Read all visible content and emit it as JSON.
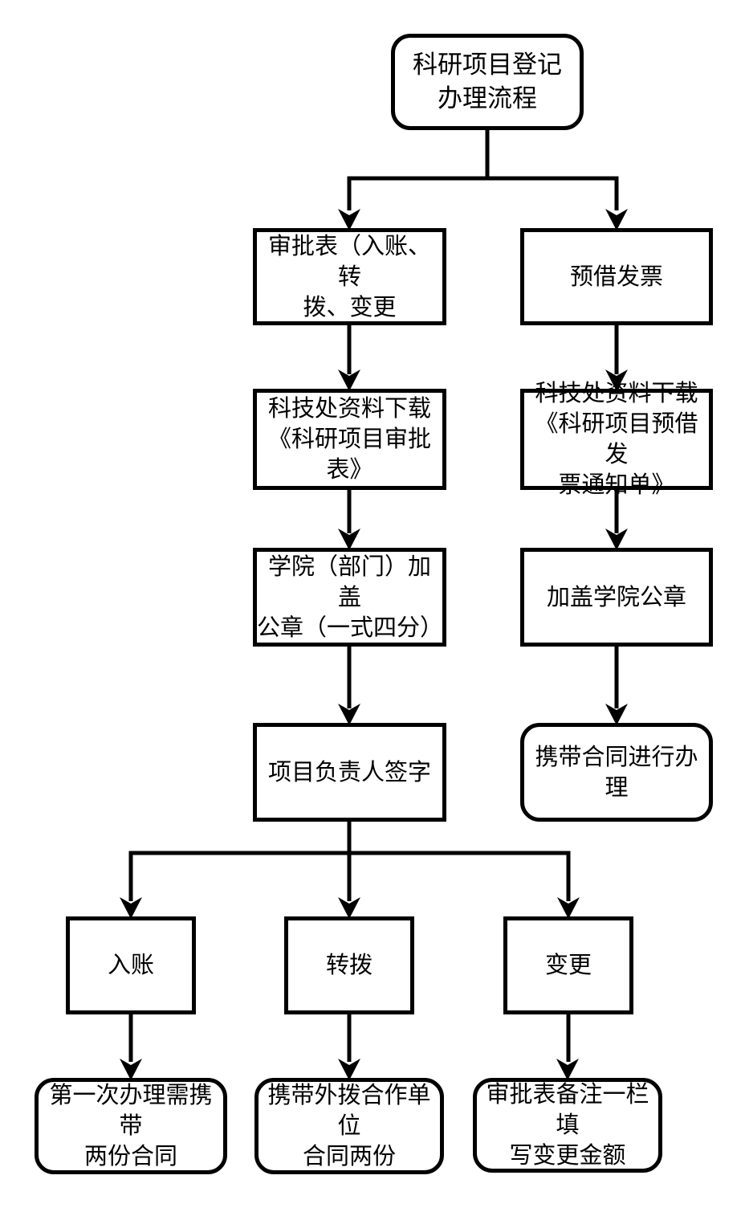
{
  "page": {
    "background_color": "#ffffff",
    "line_color": "#000000"
  },
  "diagram": {
    "nodes": {
      "title": {
        "label": "科研项目登记\n办理流程",
        "shape": "rounded"
      },
      "approval_form": {
        "label": "审批表（入账、转\n拨、变更",
        "shape": "rect"
      },
      "advance_invoice": {
        "label": "预借发票",
        "shape": "rect"
      },
      "download_approval_form": {
        "label": "科技处资料下载\n《科研项目审批\n表》",
        "shape": "rect"
      },
      "download_invoice_notice": {
        "label": "科技处资料下载\n《科研项目预借发\n票通知单》",
        "shape": "rect"
      },
      "department_seal": {
        "label": "学院（部门）加盖\n公章（一式四分）",
        "shape": "rect"
      },
      "college_seal": {
        "label": "加盖学院公章",
        "shape": "rect"
      },
      "leader_signature": {
        "label": "项目负责人签字",
        "shape": "rect"
      },
      "bring_contract": {
        "label": "携带合同进行办理",
        "shape": "rounded"
      },
      "entry": {
        "label": "入账",
        "shape": "rect"
      },
      "transfer": {
        "label": "转拨",
        "shape": "rect"
      },
      "change": {
        "label": "变更",
        "shape": "rect"
      },
      "first_time_contracts": {
        "label": "第一次办理需携带\n两份合同",
        "shape": "rounded"
      },
      "transfer_contracts": {
        "label": "携带外拨合作单位\n合同两份",
        "shape": "rounded"
      },
      "change_amount_note": {
        "label": "审批表备注一栏填\n写变更金额",
        "shape": "rounded"
      }
    }
  }
}
